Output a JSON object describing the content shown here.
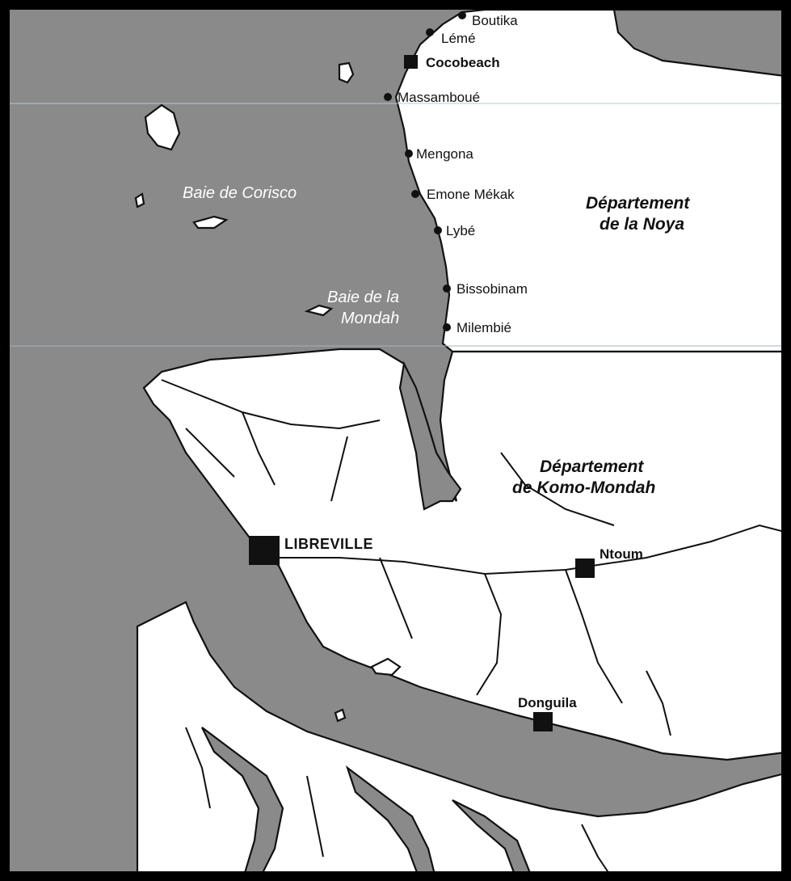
{
  "colors": {
    "sea": "#8a8a8a",
    "land": "#ffffff",
    "ink": "#111111",
    "frame": "#000000"
  },
  "water_bodies": {
    "corisco": "Baie de Corisco",
    "mondah_line1": "Baie de la",
    "mondah_line2": "Mondah"
  },
  "departments": {
    "noya_line1": "Département",
    "noya_line2": "de la Noya",
    "komo_line1": "Département",
    "komo_line2": "de Komo-Mondah"
  },
  "places": {
    "boutika": "Boutika",
    "leme": "Lémé",
    "cocobeach": "Cocobeach",
    "massamboue": "Massamboué",
    "mengona": "Mengona",
    "emone_mekak": "Emone Mékak",
    "lybe": "Lybé",
    "bissobinam": "Bissobinam",
    "milembie": "Milembié",
    "libreville": "LIBREVILLE",
    "ntoum": "Ntoum",
    "donguila": "Donguila"
  }
}
